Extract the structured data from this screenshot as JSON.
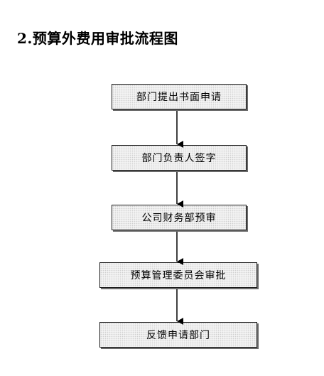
{
  "title": "2.预算外费用审批流程图",
  "steps": [
    {
      "label": "部门提出书面申请"
    },
    {
      "label": "部门负责人签字"
    },
    {
      "label": "公司财务部预审"
    },
    {
      "label": "预算管理委员会审批"
    },
    {
      "label": "反馈申请部门"
    }
  ],
  "colors": {
    "border": "#1a1a1a",
    "box_fill": "#f3f3f3",
    "shadow": "#6a6a6a",
    "arrow": "#000000"
  }
}
